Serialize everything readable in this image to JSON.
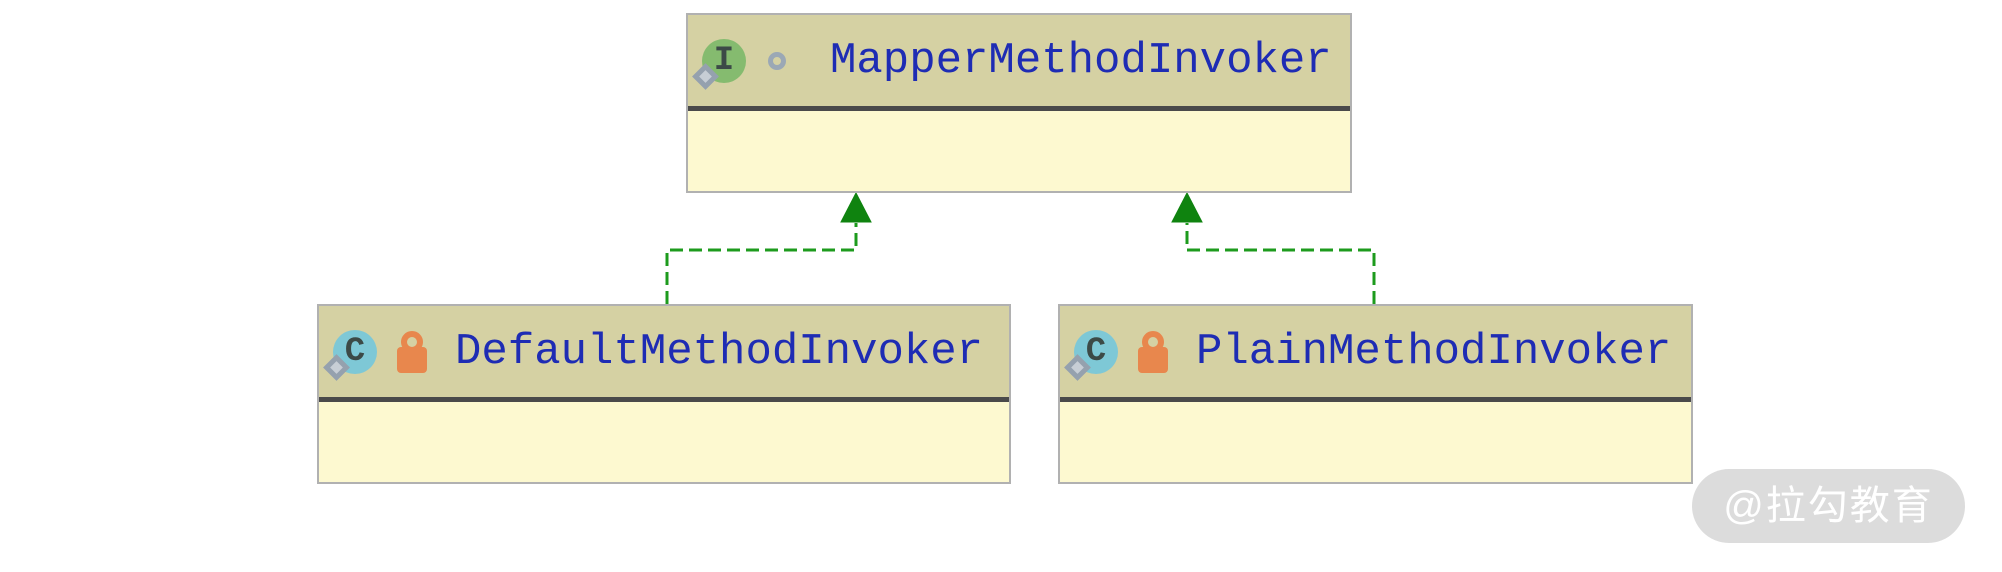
{
  "diagram_type": "uml-class-diagram",
  "nodes": [
    {
      "label": "MapperMethodInvoker",
      "kind": "interface",
      "icon_letter": "I",
      "modifier_icon": "public-ring"
    },
    {
      "label": "DefaultMethodInvoker",
      "kind": "class",
      "icon_letter": "C",
      "modifier_icon": "lock"
    },
    {
      "label": "PlainMethodInvoker",
      "kind": "class",
      "icon_letter": "C",
      "modifier_icon": "lock"
    }
  ],
  "edges": [
    {
      "from": "DefaultMethodInvoker",
      "to": "MapperMethodInvoker",
      "type": "implements",
      "style": "dashed-green-hollowless-triangle"
    },
    {
      "from": "PlainMethodInvoker",
      "to": "MapperMethodInvoker",
      "type": "implements",
      "style": "dashed-green-hollowless-triangle"
    }
  ],
  "watermark": {
    "text": "@拉勾教育"
  },
  "colors": {
    "node_header_bg": "#d5d1a3",
    "node_body_bg": "#fdf9d0",
    "node_border": "#b1b1b1",
    "header_separator": "#4a4a4a",
    "title_text": "#1e2cb4",
    "edge_green": "#1d9b1d",
    "arrowhead_green": "#0f830f",
    "interface_icon_green": "#85bb6f",
    "class_icon_teal": "#7ec8d6",
    "lock_orange": "#e8874d",
    "diamond_gray": "#95a1ae",
    "watermark_bg": "#c7c7c7",
    "watermark_text": "#ffffff"
  }
}
